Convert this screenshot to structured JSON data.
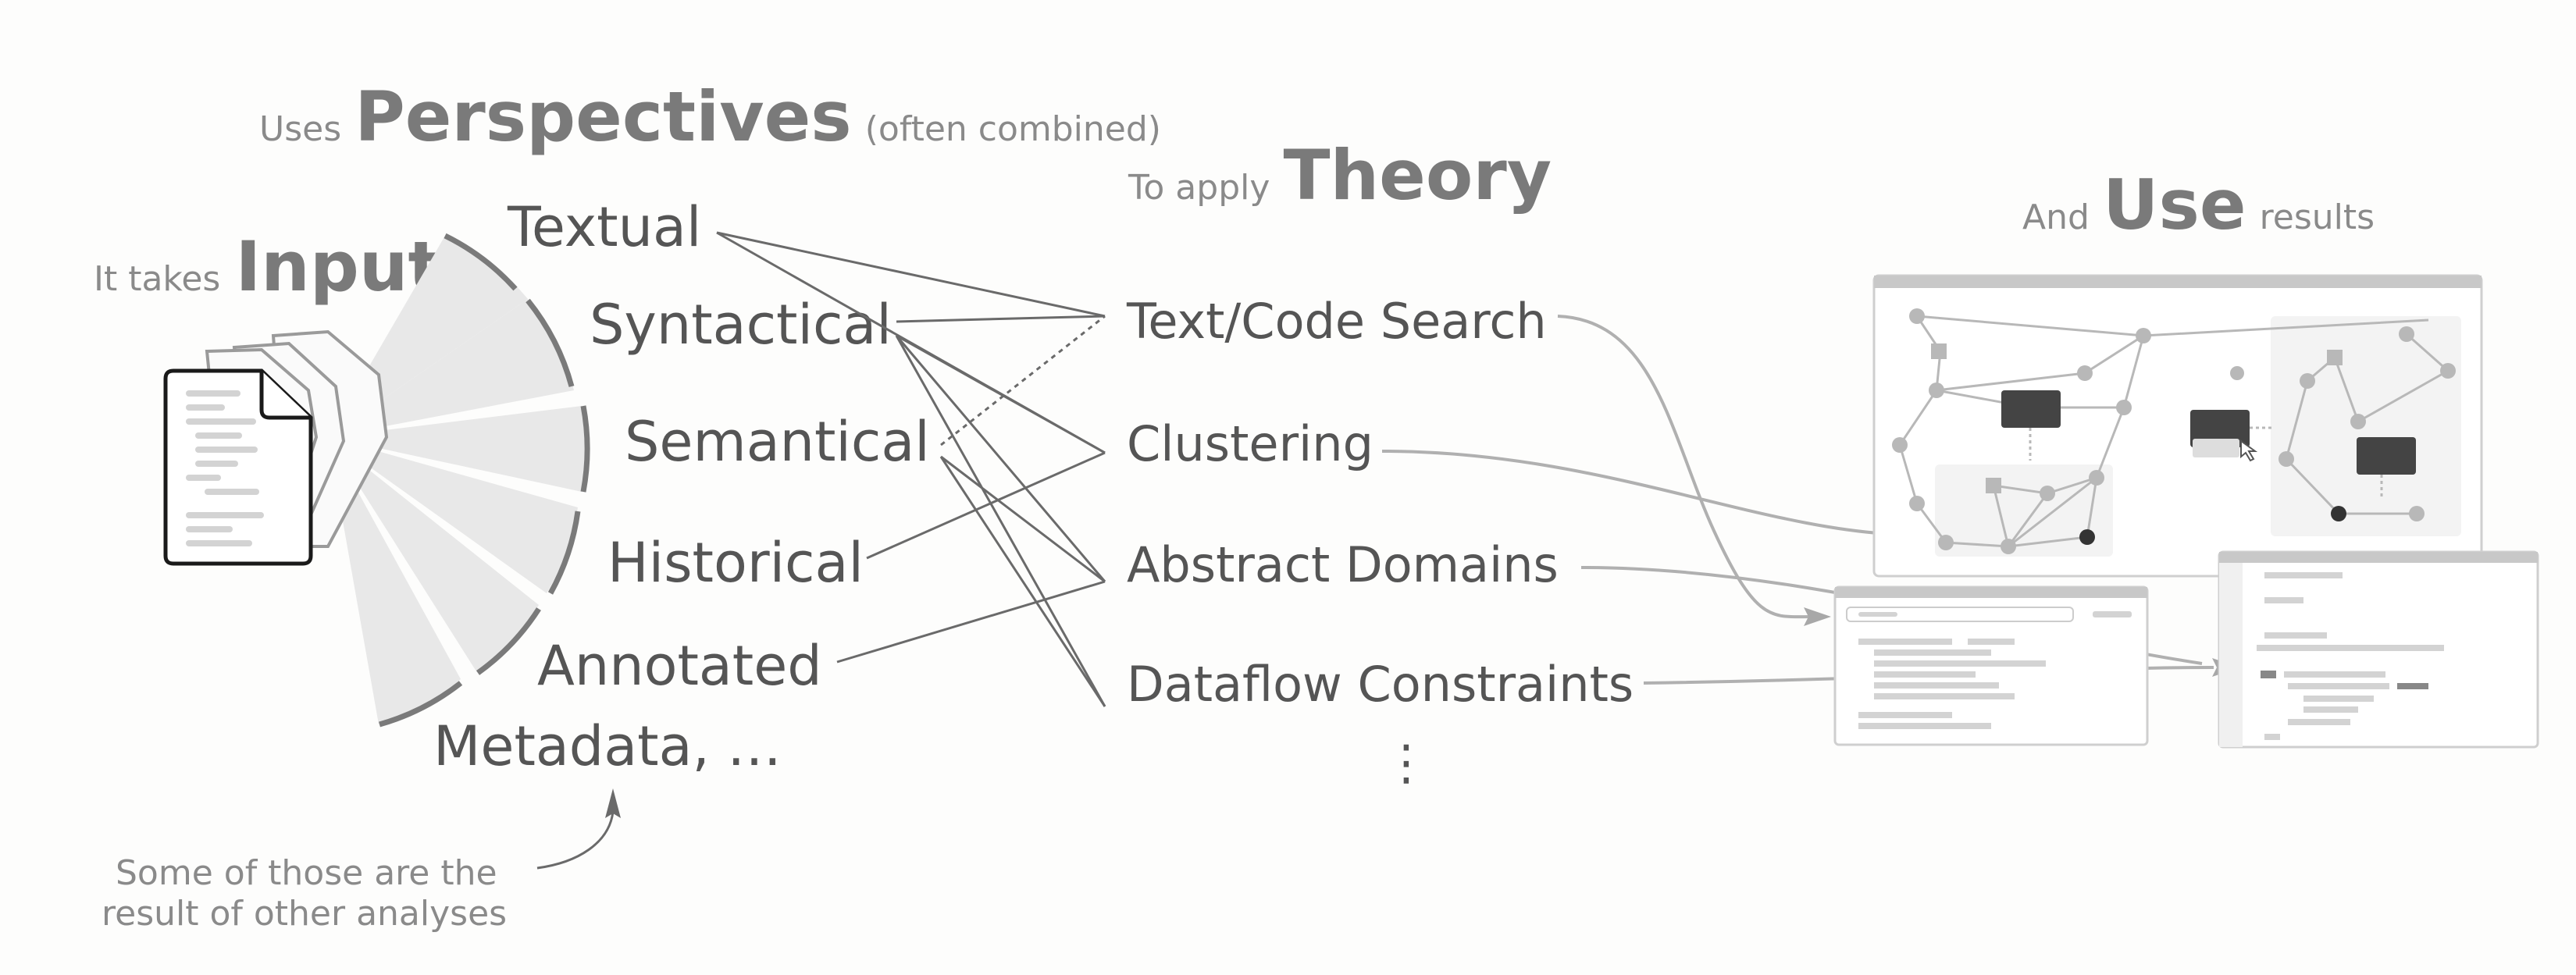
{
  "input": {
    "prefix": "It takes",
    "main": "Input"
  },
  "perspectives": {
    "prefix": "Uses",
    "main": "Perspectives",
    "suffix": "(often combined)",
    "items": [
      "Textual",
      "Syntactical",
      "Semantical",
      "Historical",
      "Annotated",
      "Metadata, …"
    ]
  },
  "theory": {
    "prefix": "To apply",
    "main": "Theory",
    "items": [
      "Text/Code Search",
      "Clustering",
      "Abstract Domains",
      "Dataflow Constraints"
    ],
    "more": "⋮"
  },
  "use": {
    "prefix": "And",
    "main": "Use",
    "suffix": "results"
  },
  "note": {
    "line1": "Some of those are the",
    "line2": "result of other analyses"
  }
}
